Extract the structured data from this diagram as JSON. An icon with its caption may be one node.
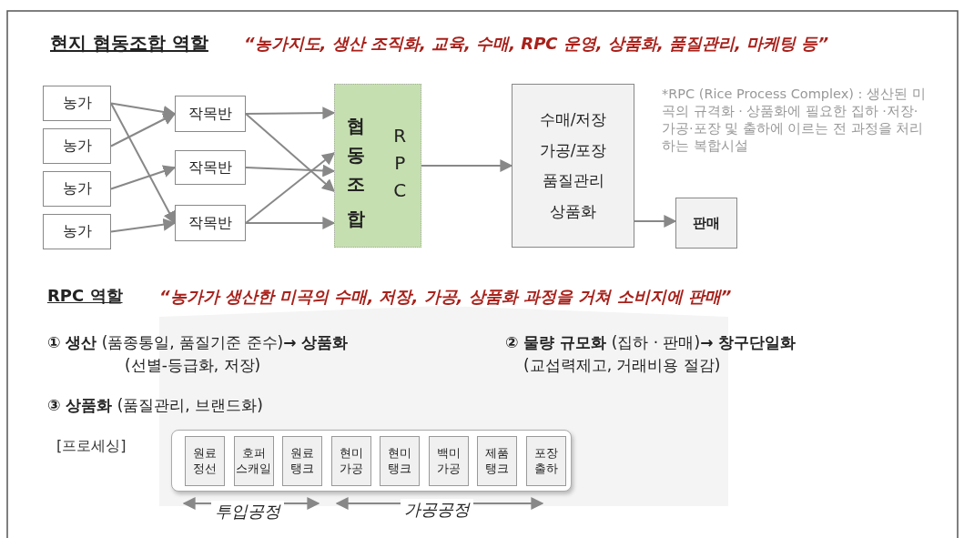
{
  "diagram": {
    "nodes": [
      {
        "text": [
          "농가"
        ]
      },
      {
        "text": [
          "농가"
        ]
      },
      {
        "text": [
          "농가"
        ]
      },
      {
        "text": [
          "농가"
        ]
      },
      {
        "text": [
          "작목반"
        ]
      },
      {
        "text": [
          "작목반"
        ]
      },
      {
        "text": [
          "작목반"
        ]
      },
      {
        "text": [
          "협동조합",
          "RPC"
        ]
      },
      {
        "text": [
          "수매/저장",
          "가공/포장",
          "품질관리",
          "상품화"
        ]
      },
      {
        "text": [
          "판매"
        ]
      },
      {
        "text": [],
        "shape": "box",
        "beside": [
          "[프로세싱]"
        ]
      },
      {
        "text": [
          "원료 정선"
        ],
        "in": 10
      },
      {
        "text": [
          "호퍼 스캐일"
        ],
        "in": 10
      },
      {
        "text": [
          "원료 탱크"
        ],
        "in": 10
      },
      {
        "text": [
          "현미 가공"
        ],
        "in": 10
      },
      {
        "text": [
          "현미 탱크"
        ],
        "in": 10
      },
      {
        "text": [
          "백미 가공"
        ],
        "in": 10
      },
      {
        "text": [
          "제품 탱크"
        ],
        "in": 10
      },
      {
        "text": [
          "포장 출하"
        ],
        "in": 10
      }
    ],
    "edges": [
      {
        "from": 0,
        "to": 4,
        "arrow": "to"
      },
      {
        "from": 0,
        "to": 6,
        "arrow": "to"
      },
      {
        "from": 1,
        "to": 4,
        "arrow": "to"
      },
      {
        "from": 2,
        "to": 5,
        "arrow": "to"
      },
      {
        "from": 3,
        "to": 6,
        "arrow": "to"
      },
      {
        "from": 4,
        "to": 7,
        "arrow": "to"
      },
      {
        "from": 4,
        "to": 7,
        "arrow": "to"
      },
      {
        "from": 5,
        "to": 7,
        "arrow": "to"
      },
      {
        "from": 6,
        "to": 7,
        "arrow": "to"
      },
      {
        "from": 6,
        "to": 7,
        "arrow": "to"
      },
      {
        "from": 7,
        "to": 8,
        "arrow": "to"
      },
      {
        "from": 8,
        "to": 9,
        "arrow": "to"
      }
    ],
    "labels": [
      "현지 협동조합 역할",
      "“농가지도, 생산 조직화, 교육, 수매, RPC 운영, 상품화, 품질관리, 마케팅 등”",
      "*RPC (Rice Process Complex) : 생산된 미곡의 규격화 · 상품화에 필요한 집하 ·저장·가공·포장 및 출하에 이르는 전 과정을 처리하는 복합시설",
      "RPC 역할",
      "“농가가 생산한 미곡의 수매, 저장, 가공, 상품화 과정을 거쳐 소비지에 판매”",
      "**① 생산** (품종통일, 품질기준 준수)**→ 상품화**",
      "(선별-등급화, 저장)",
      "**② 물량 규모화** (집하 · 판매)**→ 창구단일화**",
      "(교섭력제고, 거래비용 절감)",
      "**③ 상품화** (품질관리, 브랜드화)",
      "투입공정",
      "가공공정"
    ]
  }
}
